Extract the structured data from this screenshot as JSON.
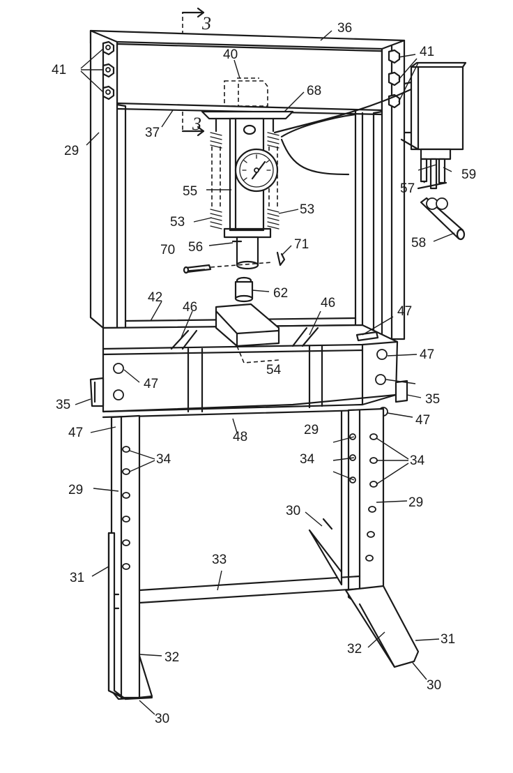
{
  "figure": {
    "section_marker": "3",
    "labels": {
      "l29a": "29",
      "l29b": "29",
      "l29c": "29",
      "l29d": "29",
      "l30a": "30",
      "l30b": "30",
      "l30c": "30",
      "l31a": "31",
      "l31b": "31",
      "l32a": "32",
      "l32b": "32",
      "l33": "33",
      "l34a": "34",
      "l34b": "34",
      "l34c": "34",
      "l35a": "35",
      "l35b": "35",
      "l36": "36",
      "l37": "37",
      "l40": "40",
      "l41a": "41",
      "l41b": "41",
      "l42": "42",
      "l46a": "46",
      "l46b": "46",
      "l47a": "47",
      "l47b": "47",
      "l47c": "47",
      "l47d": "47",
      "l47e": "47",
      "l48": "48",
      "l53a": "53",
      "l53b": "53",
      "l54": "54",
      "l55": "55",
      "l56": "56",
      "l57": "57",
      "l58": "58",
      "l59": "59",
      "l62": "62",
      "l68": "68",
      "l70": "70",
      "l71": "71"
    }
  }
}
